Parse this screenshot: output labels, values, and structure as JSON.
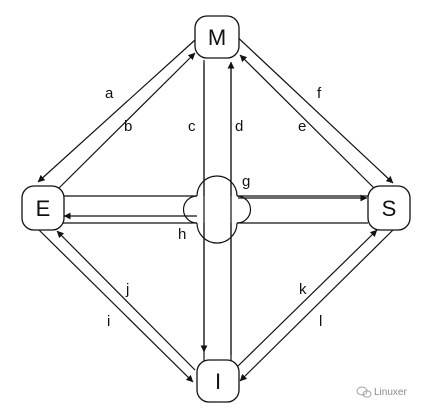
{
  "diagram": {
    "nodes": {
      "top": "M",
      "left": "E",
      "right": "S",
      "bottom": "I"
    },
    "edge_labels": {
      "a": "a",
      "b": "b",
      "c": "c",
      "d": "d",
      "e": "e",
      "f": "f",
      "g": "g",
      "h": "h",
      "i": "i",
      "j": "j",
      "k": "k",
      "l": "l"
    },
    "colors": {
      "line": "#111111",
      "background": "#ffffff",
      "watermark": "#8a8a8a"
    }
  },
  "watermark": {
    "icon": "wechat-icon",
    "text": "Linuxer"
  }
}
